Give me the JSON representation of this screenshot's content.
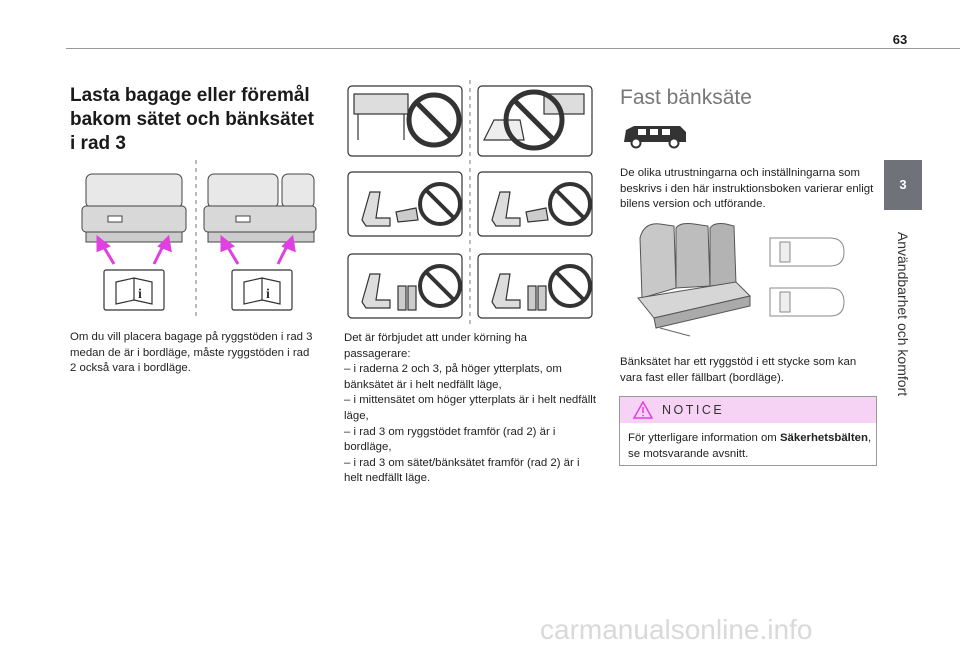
{
  "page": {
    "number": "63"
  },
  "side_tab": {
    "chapter_number": "3",
    "chapter_title": "Användbarhet och komfort"
  },
  "col1": {
    "heading": "Lasta bagage eller föremål bakom sätet och bänksätet i rad 3",
    "text": "Om du vill placera bagage på ryggstöden i rad 3 medan de är i bordläge, måste ryggstöden i rad 2 också vara i bordläge."
  },
  "col2": {
    "lines": [
      "Det är förbjudet att under körning ha passagerare:",
      "–  i raderna 2 och 3, på höger ytterplats, om bänksätet är i helt nedfällt läge,",
      "–  i mittensätet om höger ytterplats är i helt nedfällt läge,",
      "–  i rad 3 om ryggstödet framför (rad 2) är i bordläge,",
      "–  i rad 3 om sätet/bänksätet framför (rad 2) är i helt nedfällt läge."
    ]
  },
  "col3": {
    "title": "Fast bänksäte",
    "intro": "De olika utrustningarna och inställningarna som beskrivs i den här instruktionsboken varierar enligt bilens version och utförande.",
    "caption": "Bänksätet har ett ryggstöd i ett stycke som kan vara fast eller fällbart (bordläge).",
    "notice": {
      "title": "NOTICE",
      "text_prefix": "För ytterligare information om ",
      "text_bold": "Säkerhetsbälten",
      "text_suffix": ", se motsvarande avsnitt."
    }
  },
  "footer": {
    "watermark": "carmanualsonline.info"
  },
  "colors": {
    "sidetab": "#6f7278",
    "notice_header": "#f6d3f4",
    "arrow": "#e040e0",
    "prohibit": "#333333"
  },
  "icons": [
    "book-info-icon",
    "prohibition-icon",
    "warning-triangle-icon",
    "van-icon"
  ]
}
